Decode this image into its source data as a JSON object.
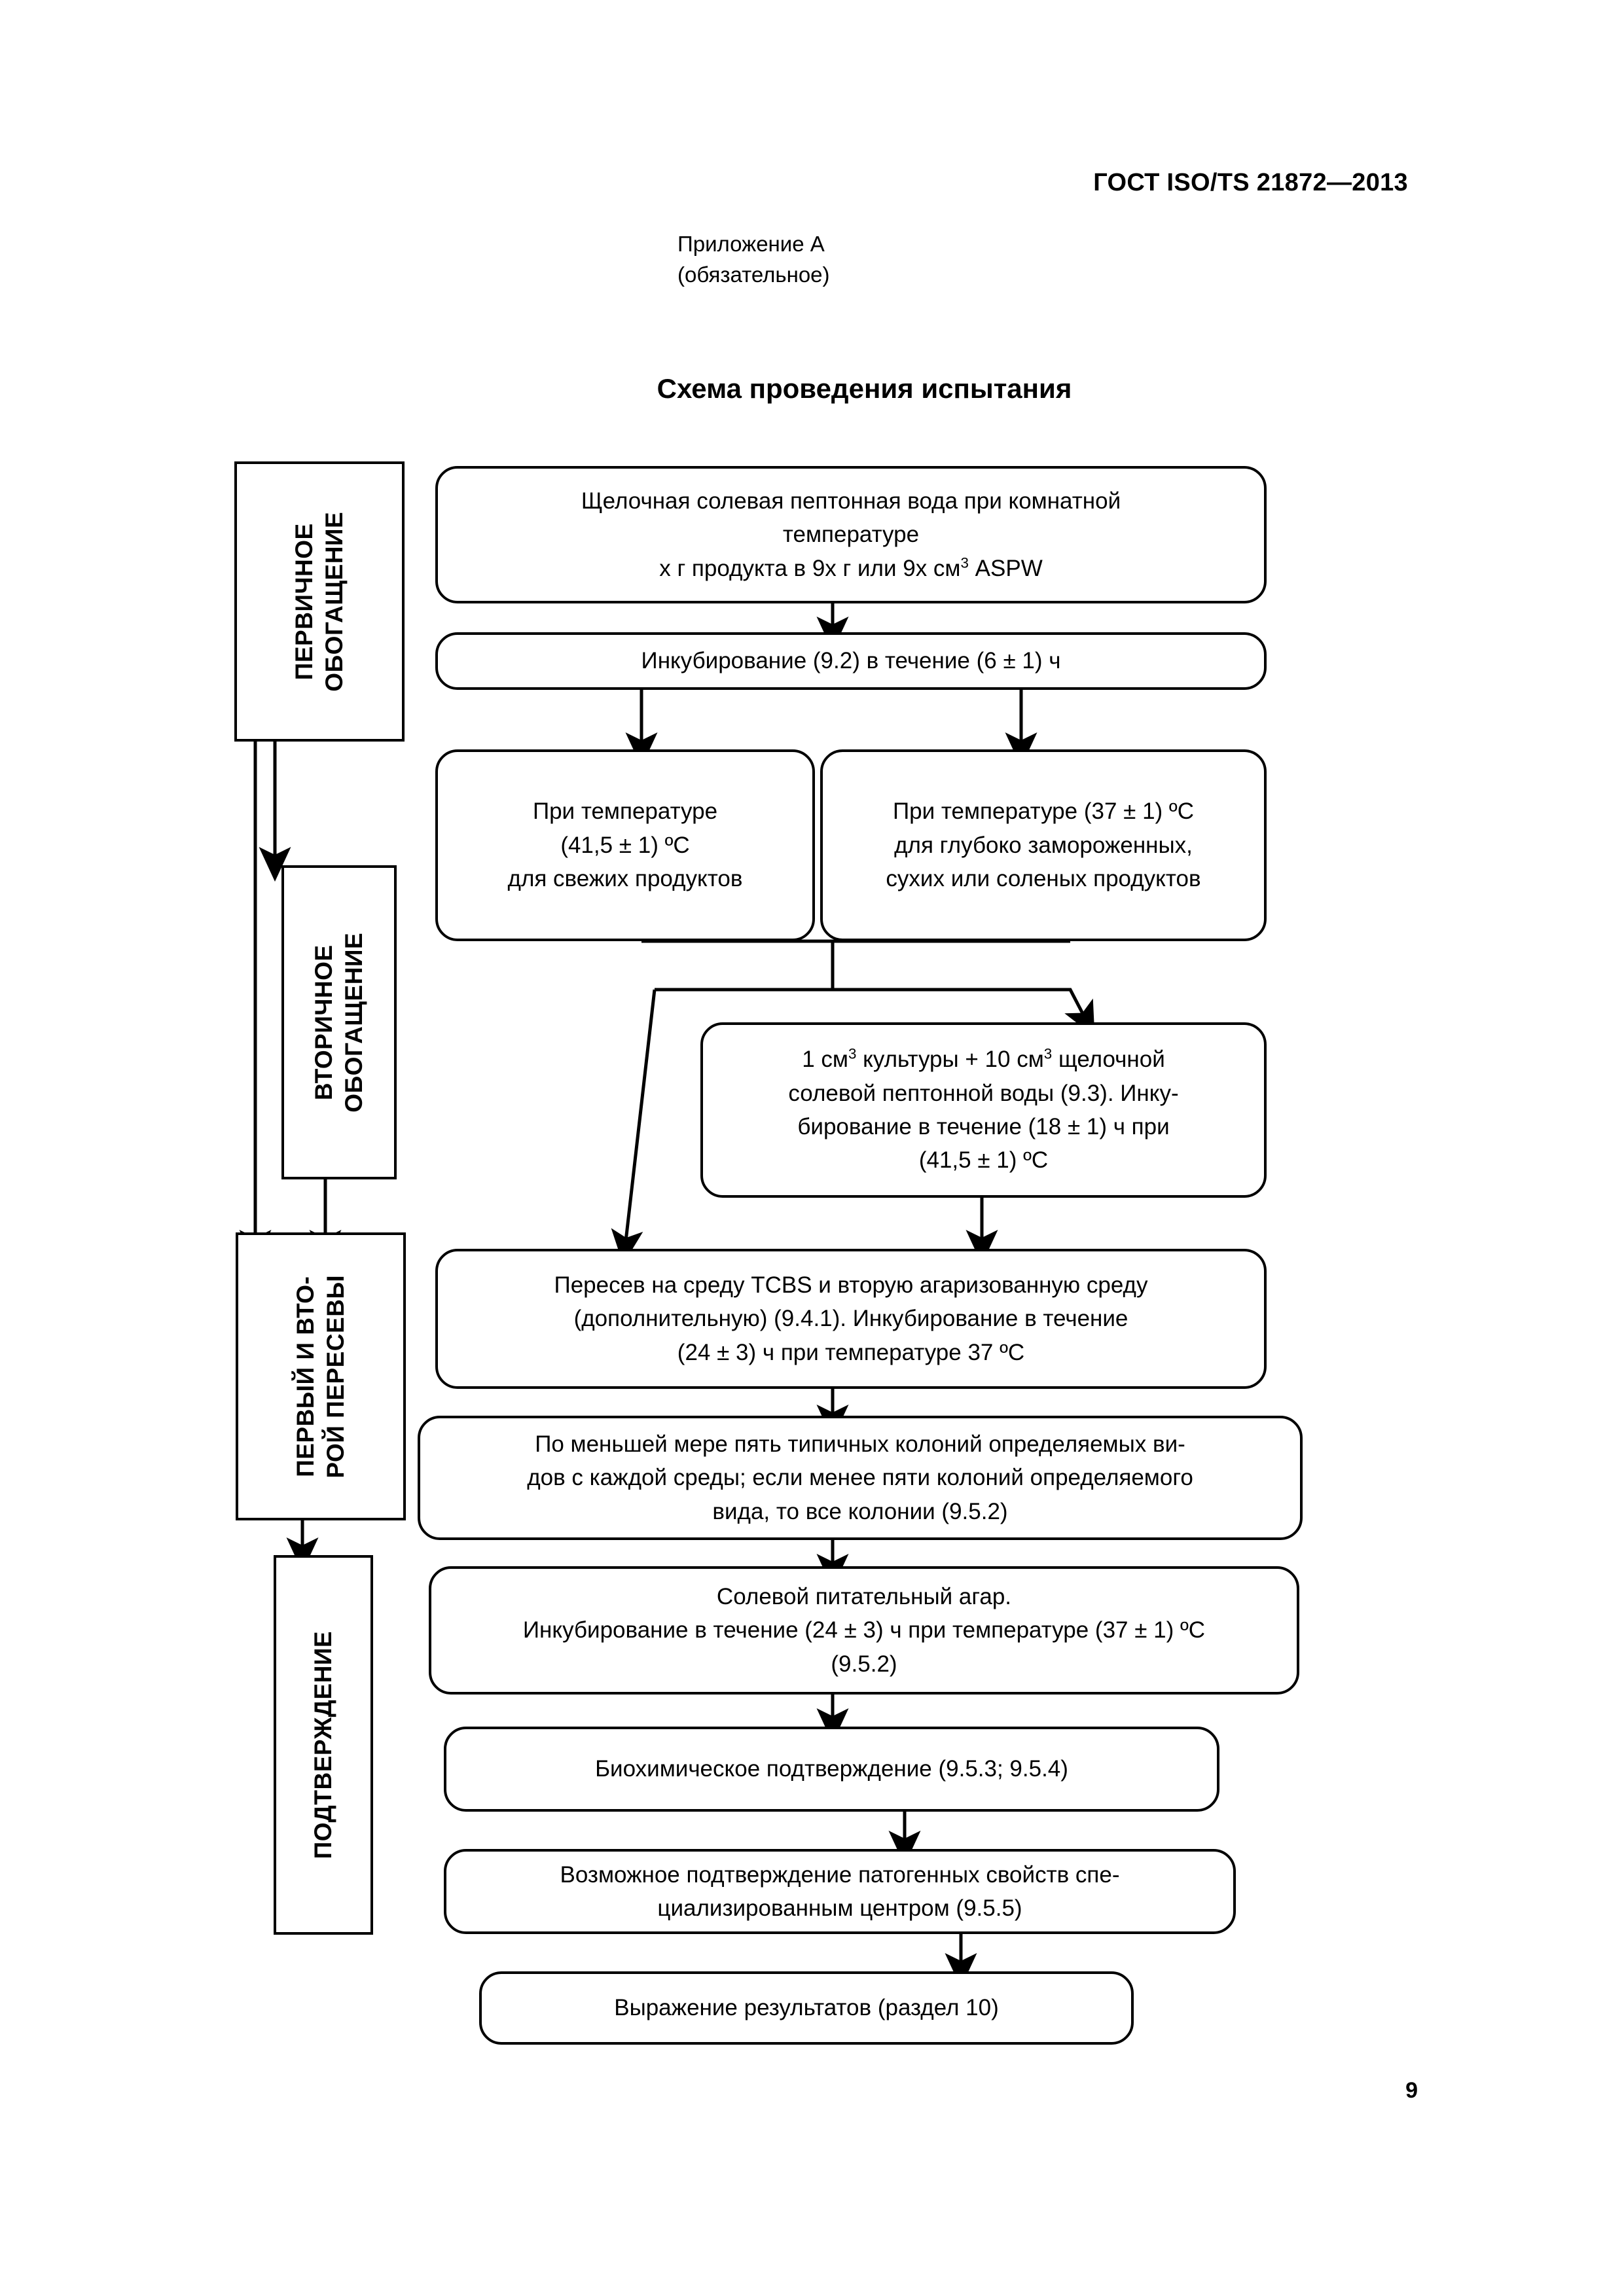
{
  "header": {
    "standard_id": "ГОСТ ISO/TS 21872—2013",
    "page_number": "9"
  },
  "annex": {
    "line1": "Приложение А",
    "line2": "(обязательное)"
  },
  "scheme": {
    "title": "Схема проведения испытания"
  },
  "phases": [
    {
      "id": "primary-enrichment",
      "label": "ПЕРВИЧНОЕ\nОБОГАЩЕНИЕ"
    },
    {
      "id": "secondary-enrichment",
      "label": "ВТОРИЧНОЕ\nОБОГАЩЕНИЕ"
    },
    {
      "id": "first-second-subculture",
      "label": "ПЕРВЫЙ И ВТО-\nРОЙ ПЕРЕСЕВЫ"
    },
    {
      "id": "confirmation",
      "label": "ПОДТВЕРЖДЕНИЕ"
    }
  ],
  "boxes": {
    "aspw": {
      "line1": "Щелочная солевая пептонная вода при комнатной",
      "line2": "температуре",
      "line3_a": "х г продукта в 9х г или 9х см",
      "line3_sup": "3",
      "line3_b": " ASPW"
    },
    "incubation_6h": {
      "text": "Инкубирование (9.2) в течение (6 ± 1) ч"
    },
    "temp_fresh": {
      "line1": "При температуре",
      "line2": "(41,5 ± 1) ºС",
      "line3": "для свежих продуктов"
    },
    "temp_frozen": {
      "line1": "При температуре (37 ± 1) ºС",
      "line2": "для глубоко замороженных,",
      "line3": "сухих или соленых продуктов"
    },
    "culture": {
      "l1_a": "1 см",
      "l1_sup1": "3",
      "l1_b": " культуры + 10 см",
      "l1_sup2": "3",
      "l1_c": " щелочной",
      "line2": "солевой пептонной воды (9.3). Инку-",
      "line3": "бирование в течение (18 ± 1) ч при",
      "line4": "(41,5 ± 1) ºС"
    },
    "tcbs": {
      "line1": "Пересев на среду TCBS и вторую агаризованную среду",
      "line2": "(дополнительную) (9.4.1). Инкубирование в течение",
      "line3": "(24 ± 3) ч при температуре 37 ºС"
    },
    "colonies": {
      "line1": "По меньшей мере пять типичных колоний определяемых ви-",
      "line2": "дов с каждой среды; если менее пяти колоний определяемого",
      "line3": "вида, то все колонии (9.5.2)"
    },
    "saline_agar": {
      "line1": "Солевой питательный агар.",
      "line2": "Инкубирование в течение (24 ± 3) ч при температуре (37 ± 1) ºС",
      "line3": "(9.5.2)"
    },
    "biochemical": {
      "text": "Биохимическое подтверждение (9.5.3; 9.5.4)"
    },
    "pathogenic": {
      "line1": "Возможное подтверждение патогенных свойств спе-",
      "line2": "циализированным центром (9.5.5)"
    },
    "results": {
      "text": "Выражение результатов (раздел 10)"
    }
  },
  "colors": {
    "ink": "#000000",
    "paper": "#ffffff"
  }
}
